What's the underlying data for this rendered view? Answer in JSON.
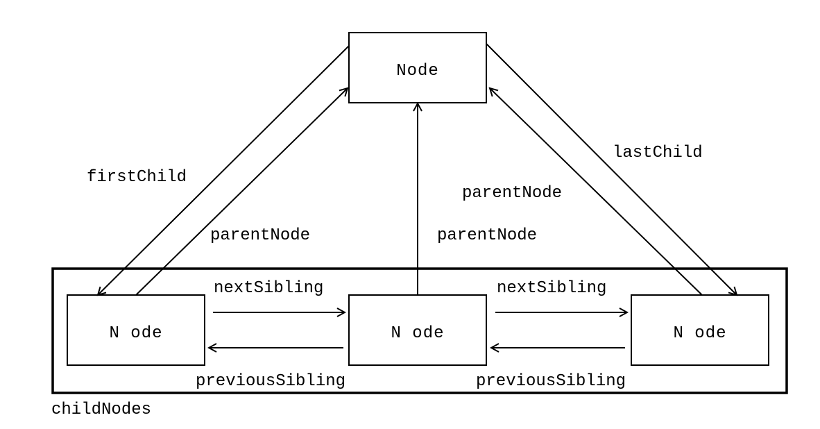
{
  "diagram": {
    "nodes": {
      "parent": "Node",
      "child_left": "N ode",
      "child_middle": "N ode",
      "child_right": "N ode"
    },
    "edges": {
      "first_child": "firstChild",
      "last_child": "lastChild",
      "parent_node_left": "parentNode",
      "parent_node_middle": "parentNode",
      "parent_node_right": "parentNode",
      "next_sibling_1": "nextSibling",
      "next_sibling_2": "nextSibling",
      "previous_sibling_1": "previousSibling",
      "previous_sibling_2": "previousSibling"
    },
    "group_label": "childNodes",
    "colors": {
      "stroke": "#000000",
      "background": "#ffffff"
    }
  }
}
